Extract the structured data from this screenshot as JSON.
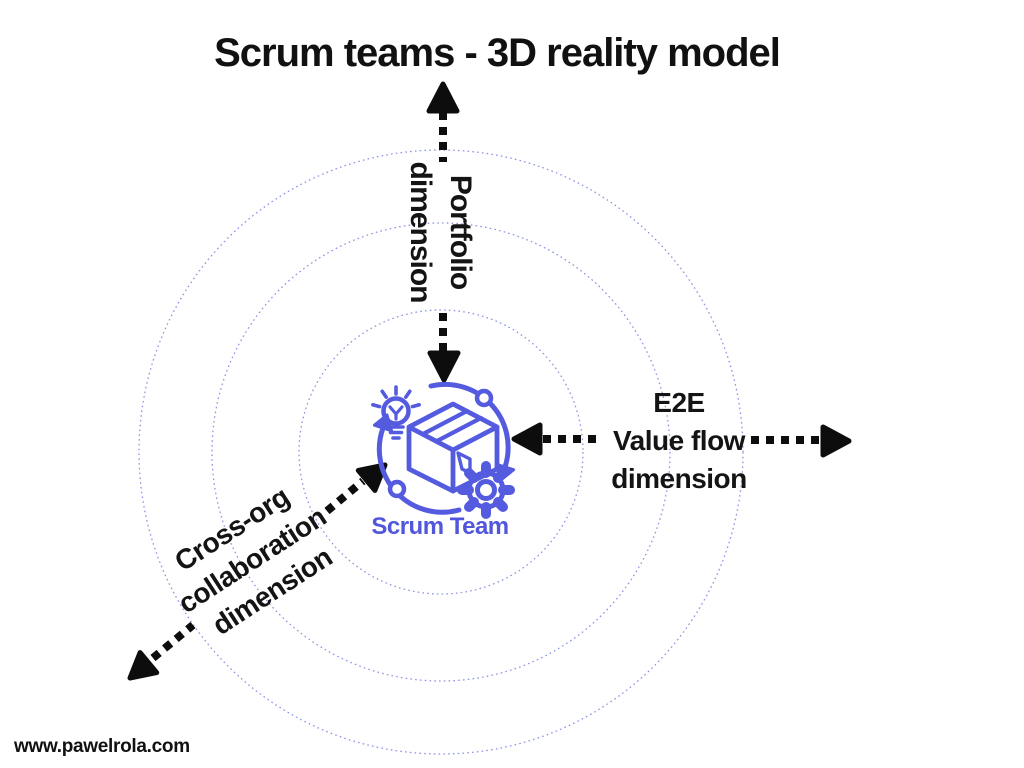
{
  "title": "Scrum teams - 3D reality model",
  "footer": {
    "website": "www.pawelrola.com"
  },
  "diagram": {
    "center_label": "Scrum Team",
    "rings": 3,
    "axes": {
      "portfolio": {
        "line1": "Portfolio",
        "line2": "dimension"
      },
      "e2e": {
        "line1": "E2E",
        "line2": "Value flow",
        "line3": "dimension"
      },
      "cross_org": {
        "line1": "Cross-org",
        "line2": "collaboration",
        "line3": "dimension"
      }
    }
  },
  "colors": {
    "accent": "#555BDF",
    "ring": "#8289E4",
    "arrow": "#0D0D0D",
    "text": "#141414"
  }
}
